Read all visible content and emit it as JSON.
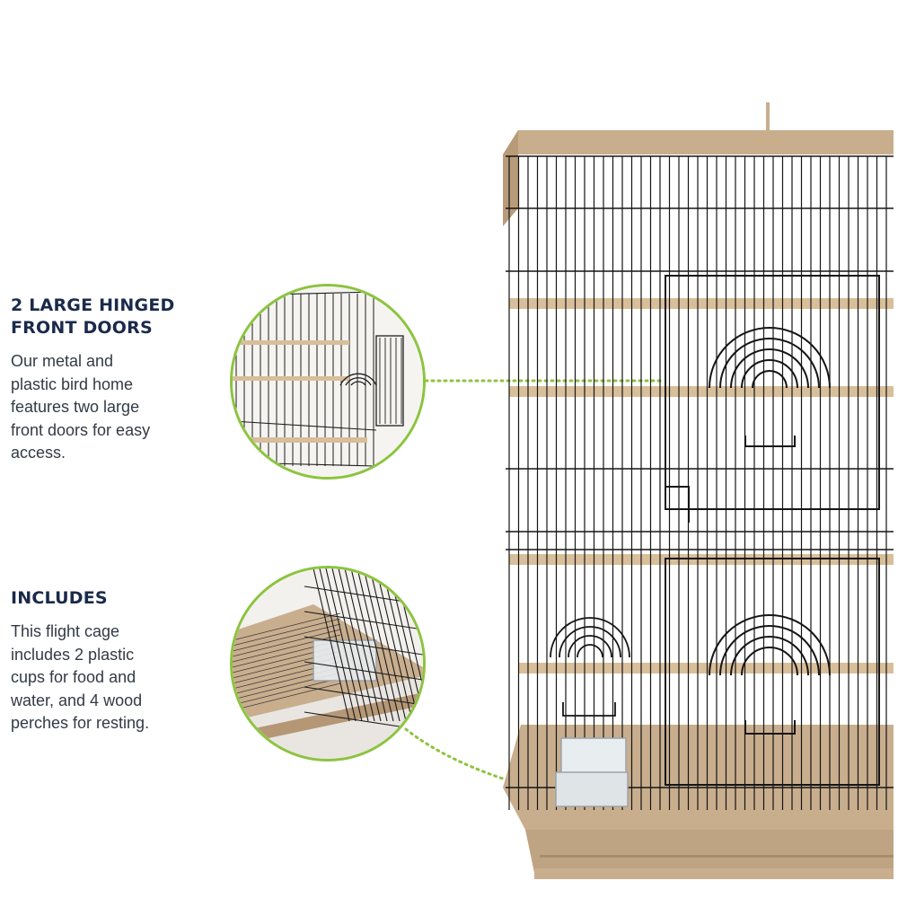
{
  "features": [
    {
      "heading_line1": "2 LARGE HINGED",
      "heading_line2": "FRONT DOORS",
      "body_lines": [
        "Our metal and",
        "plastic bird home",
        "features two large",
        "front doors for easy",
        "access."
      ]
    },
    {
      "heading": "INCLUDES",
      "body_lines": [
        "This flight cage",
        "includes 2 plastic",
        "cups for food and",
        "water, and 4 wood",
        "perches for resting."
      ]
    }
  ],
  "icons": {
    "zoom_door": "hinged-door-closeup",
    "zoom_base": "cup-and-tray-closeup",
    "product": "flight-bird-cage"
  },
  "colors": {
    "accent_green": "#8cc43f",
    "heading_navy": "#1a2a4a",
    "body_text": "#333a45",
    "cage_tan": "#c4a988",
    "wire": "#1a1a1a",
    "perch_wood": "#d8bf9a"
  }
}
